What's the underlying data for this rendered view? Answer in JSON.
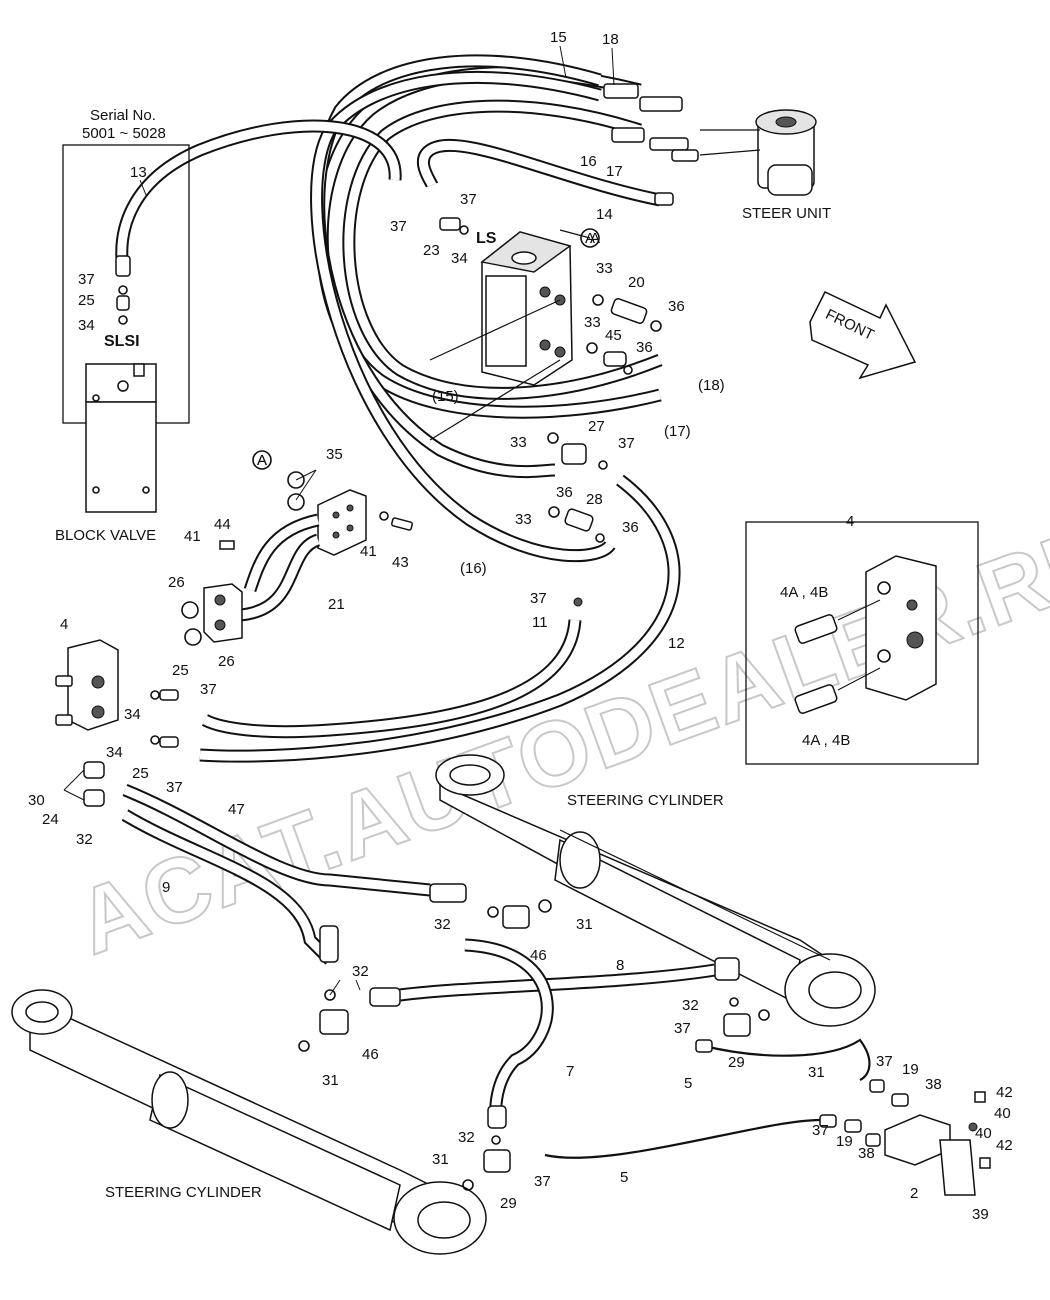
{
  "watermark": "ACAT.AUTODEALER.RU",
  "titles": {
    "steer_unit": "STEER UNIT",
    "block_valve": "BLOCK VALVE",
    "steering_cylinder_upper": "STEERING CYLINDER",
    "steering_cylinder_lower": "STEERING CYLINDER",
    "front_arrow": "FRONT",
    "serial_line1": "Serial No.",
    "serial_line2": "5001 ~ 5028",
    "ls_port": "LS",
    "slsi_port": "SLSI",
    "detail_ref": "A",
    "detail_4_title": "4",
    "detail_4_label_top": "4A , 4B",
    "detail_4_label_bottom": "4A , 4B"
  },
  "part_labels": [
    "15",
    "18",
    "13",
    "37",
    "37",
    "23",
    "34",
    "A",
    "33",
    "20",
    "36",
    "45",
    "33",
    "36",
    "(18)",
    "(15)",
    "(17)",
    "33",
    "27",
    "37",
    "36",
    "33",
    "28",
    "36",
    "(16)",
    "12",
    "37",
    "11",
    "35",
    "A",
    "41",
    "43",
    "44",
    "41",
    "21",
    "26",
    "26",
    "4",
    "25",
    "37",
    "34",
    "34",
    "25",
    "37",
    "30",
    "24",
    "32",
    "47",
    "9",
    "32",
    "46",
    "31",
    "8",
    "32",
    "46",
    "31",
    "7",
    "32",
    "37",
    "29",
    "5",
    "31",
    "37",
    "19",
    "38",
    "42",
    "40",
    "37",
    "19",
    "38",
    "40",
    "42",
    "32",
    "31",
    "29",
    "37",
    "5",
    "2",
    "39",
    "16",
    "17",
    "14",
    "37",
    "25",
    "34"
  ]
}
